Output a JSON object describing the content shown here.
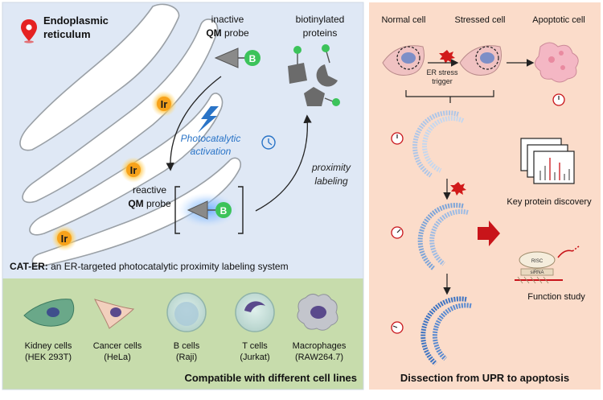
{
  "left_panel": {
    "organelle_title_line1": "Endoplasmic",
    "organelle_title_line2": "reticulum",
    "inactive_label_line1": "inactive",
    "inactive_label_line2_bold": "QM",
    "inactive_label_line2_rest": " probe",
    "biotin_label_line1": "biotinylated",
    "biotin_label_line2": "proteins",
    "activation_line1": "Photocatalytic",
    "activation_line2": "activation",
    "proximity_line1": "proximity",
    "proximity_line2": "labeling",
    "reactive_label_line1": "reactive",
    "reactive_label_line2_bold": "QM",
    "reactive_label_line2_rest": " probe",
    "catalyst_label": "Ir",
    "biotin_letter": "B",
    "caption_bold": "CAT-ER:",
    "caption_rest": " an ER-targeted photocatalytic proximity labeling system"
  },
  "bottom_panel": {
    "title": "Compatible with different cell lines",
    "cells": [
      {
        "name": "Kidney cells",
        "line": "(HEK 293T)"
      },
      {
        "name": "Cancer cells",
        "line": "(HeLa)"
      },
      {
        "name": "B cells",
        "line": "(Raji)"
      },
      {
        "name": "T cells",
        "line": "(Jurkat)"
      },
      {
        "name": "Macrophages",
        "line": "(RAW264.7)"
      }
    ]
  },
  "right_panel": {
    "normal_cell": "Normal cell",
    "stressed_cell": "Stressed cell",
    "apoptotic_cell": "Apoptotic cell",
    "trigger_line1": "ER stress",
    "trigger_line2": "trigger",
    "key_protein": "Key protein discovery",
    "function_study": "Function study",
    "risc": "RISC",
    "sirna": "siRNA",
    "title": "Dissection from UPR to apoptosis"
  },
  "colors": {
    "left_bg": "#dfe8f5",
    "bottom_bg": "#c7dcac",
    "right_bg": "#fbdcca",
    "biotin_green": "#3cc35a",
    "iridium_orange": "#f7a21b",
    "activation_blue": "#2a74c7",
    "arrow_red": "#c8141a"
  }
}
